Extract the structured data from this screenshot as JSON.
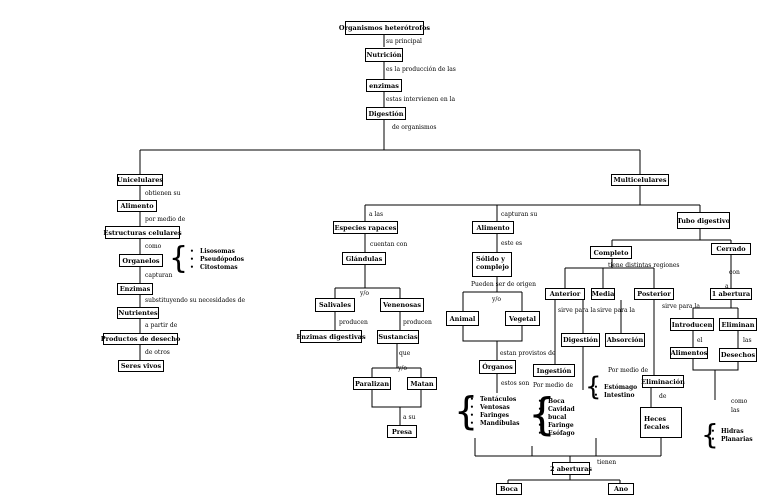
{
  "boxes": {
    "root": "Organismos heterótrofos",
    "nutricion": "Nutrición",
    "enzimas": "enzimas",
    "digestion": "Digestión",
    "unicelulares": "Unicelulares",
    "multicelulares": "Multicelulares",
    "alimento_u": "Alimento",
    "estructuras": "Estructuras celulares",
    "organelos": "Organelos",
    "enzimas_u": "Enzimas",
    "nutrientes": "Nutrientes",
    "productos": "Productos de desecho",
    "seres_vivos": "Seres vivos",
    "especies": "Especies rapaces",
    "glandulas": "Glándulas",
    "salivales": "Salivales",
    "venenosas": "Venenosas",
    "enzimas_digestivas": "Enzimas digestivas",
    "sustancias": "Sustancias",
    "paralizan": "Paralizan",
    "matan": "Matan",
    "presa": "Presa",
    "alimento_m": "Alimento",
    "solido_line1": "Sólido y",
    "solido_line2": "complejo",
    "animal": "Animal",
    "vegetal": "Vegetal",
    "organos": "Órganos",
    "ingestion": "Ingestión",
    "tubo": "Tubo digestivo",
    "completo": "Completo",
    "cerrado": "Cerrado",
    "anterior": "Anterior",
    "media": "Media",
    "posterior": "Posterior",
    "digestion2": "Digestión",
    "absorcion": "Absorción",
    "eliminacion": "Eliminación",
    "heces_line1": "Heces",
    "heces_line2": "fecales",
    "una_abertura": "1 abertura",
    "introducen": "Introducen",
    "eliminan": "Eliminan",
    "alimentos": "Alimentos",
    "desechos": "Desechos",
    "dos_aberturas": "2 aberturas",
    "boca": "Boca",
    "ano": "Ano"
  },
  "labels": {
    "su_principal": "su principal",
    "es_la_produccion": "es la producción de las",
    "estas_intervienen": "estas intervienen en la",
    "de_organismos": "de organismos",
    "obtienen_su": "obtienen su",
    "por_medio_de": "por medio de",
    "como": "como",
    "capturan": "capturan",
    "substituyendo": "substituyendo su necesidades de",
    "a_partir_de": "a partir de",
    "de_otros": "de otros",
    "a_las": "a las",
    "cuentan_con": "cuentan con",
    "y_o_1": "y/o",
    "producen_1": "producen",
    "producen_2": "producen",
    "que": "que",
    "y_o_2": "y/o",
    "a_su": "a su",
    "capturan_su": "capturan su",
    "este_es": "este es",
    "pueden_ser": "Pueden ser de origen",
    "y_o_3": "y/o",
    "estan_provistos": "estan provistos de",
    "estos_son": "estos son",
    "por_medio_de_2": "Por medio de",
    "tiene_distintas": "tiene distintas regiones",
    "sirve_para_la_1": "sirve para la",
    "sirve_para_la_2": "sirve para la",
    "sirve_para_la_3": "sirve para la",
    "por_medio_de_3": "Por medio de",
    "de": "de",
    "con": "con",
    "a": "a",
    "el": "el",
    "las": "las",
    "como_las": "como",
    "como_las_2": "las",
    "tienen": "tienen"
  },
  "lists": {
    "organelos": [
      "Lisosomas",
      "Pseudópodos",
      "Citostomas"
    ],
    "organos": [
      "Tentáculos",
      "Ventosas",
      "Faringes",
      "Mandíbulas"
    ],
    "ingestion_line1": [
      "Boca",
      "Cavidad",
      "Faringe",
      "Esófago"
    ],
    "ingestion_cavidad_cont": "bucal",
    "digestion_organs": [
      "Estómago",
      "Intestino"
    ],
    "cerrado_examples": [
      "Hidras",
      "Planarias"
    ]
  },
  "bullet": "•"
}
